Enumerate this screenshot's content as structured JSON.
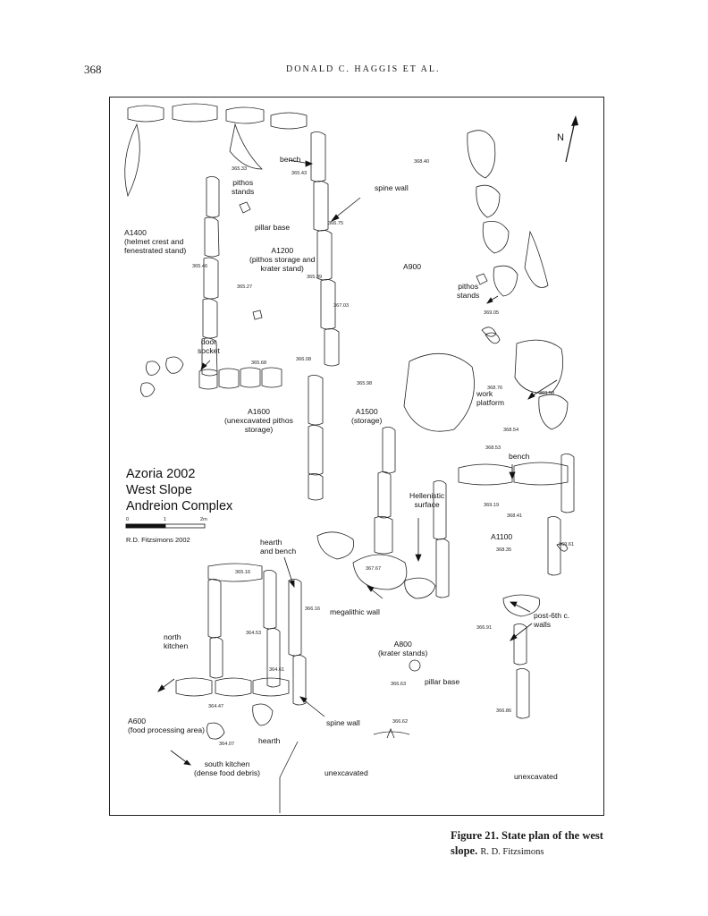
{
  "page": {
    "number": "368",
    "running_head": "DONALD C. HAGGIS ET AL."
  },
  "figure": {
    "title_block": [
      "Azoria 2002",
      "West Slope",
      "Andreion Complex"
    ],
    "scale": {
      "ticks": [
        "0",
        "1",
        "2m"
      ],
      "credit": "R.D. Fitzsimons 2002"
    },
    "north_label": "N",
    "labels": {
      "bench_top": "bench",
      "spine_wall_top": "spine wall",
      "pithos_stands_left": "pithos\nstands",
      "a1400": "A1400\n(helmet crest and\nfenestrated stand)",
      "pillar_base_top": "pillar base",
      "a1200": "A1200\n(pithos storage and\nkrater stand)",
      "a900": "A900",
      "pithos_stands_right": "pithos\nstands",
      "door_socket": "door\nsocket",
      "a1600": "A1600\n(unexcavated pithos\nstorage)",
      "a1500": "A1500\n(storage)",
      "work_platform": "work\nplatform",
      "bench_right": "bench",
      "hellenistic": "Hellenistic\nsurface",
      "hearth_bench": "hearth\nand bench",
      "a1100": "A1100",
      "megalithic_wall": "megalithic wall",
      "post_6th": "post-6th c.\nwalls",
      "north_kitchen": "north\nkitchen",
      "a800": "A800\n(krater stands)",
      "pillar_base_bottom": "pillar base",
      "a600": "A600\n(food processing area)",
      "spine_wall_bottom": "spine wall",
      "hearth": "hearth",
      "south_kitchen": "south kitchen\n(dense food debris)",
      "unexcavated_mid": "unexcavated",
      "unexcavated_right": "unexcavated"
    },
    "elevations": {
      "e1": "365.33",
      "e2": "365.43",
      "e3": "368.40",
      "e4": "366.75",
      "e5": "365.46",
      "e6": "365.27",
      "e7": "365.39",
      "e8": "367.03",
      "e9": "369.05",
      "e10": "365.68",
      "e11": "366.08",
      "e12": "365.98",
      "e13": "369.58",
      "e14": "368.76",
      "e15": "368.54",
      "e16": "368.53",
      "e17": "369.19",
      "e18": "368.41",
      "e19": "369.61",
      "e20": "368.35",
      "e21": "367.67",
      "e22": "365.16",
      "e23": "366.16",
      "e24": "364.53",
      "e25": "366.91",
      "e26": "364.61",
      "e27": "366.63",
      "e28": "364.47",
      "e29": "366.86",
      "e30": "366.62",
      "e31": "364.07"
    }
  },
  "caption": {
    "title_line": "Figure 21. State plan of the west",
    "title_line2": "slope.",
    "credit": "R. D. Fitzsimons"
  }
}
